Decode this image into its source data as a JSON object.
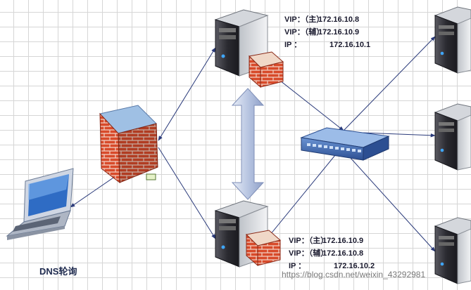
{
  "master_server": {
    "vip_primary_label": "VIP：（主）",
    "vip_primary": "172.16.10.8",
    "vip_backup_label": "VIP：（辅）",
    "vip_backup": "172.16.10.9",
    "ip_label": "IP ：",
    "ip": "172.16.10.1"
  },
  "backup_server": {
    "vip_primary_label": "VIP：（主）",
    "vip_primary": "172.16.10.9",
    "vip_backup_label": "VIP：（辅）",
    "vip_backup": "172.16.10.8",
    "ip_label": "IP ：",
    "ip": "172.16.10.2"
  },
  "dns_label": "DNS轮询",
  "watermark": "https://blog.csdn.net/weixin_43292981",
  "colors": {
    "link": "#2a3a7a",
    "brick": "#d84a2a",
    "server_body": "#2b2b30",
    "switch": "#2e5fa8",
    "sync_arrow": "#aab8d8"
  },
  "icons": [
    "laptop-icon",
    "firewall-icon",
    "server-icon",
    "switch-icon"
  ]
}
